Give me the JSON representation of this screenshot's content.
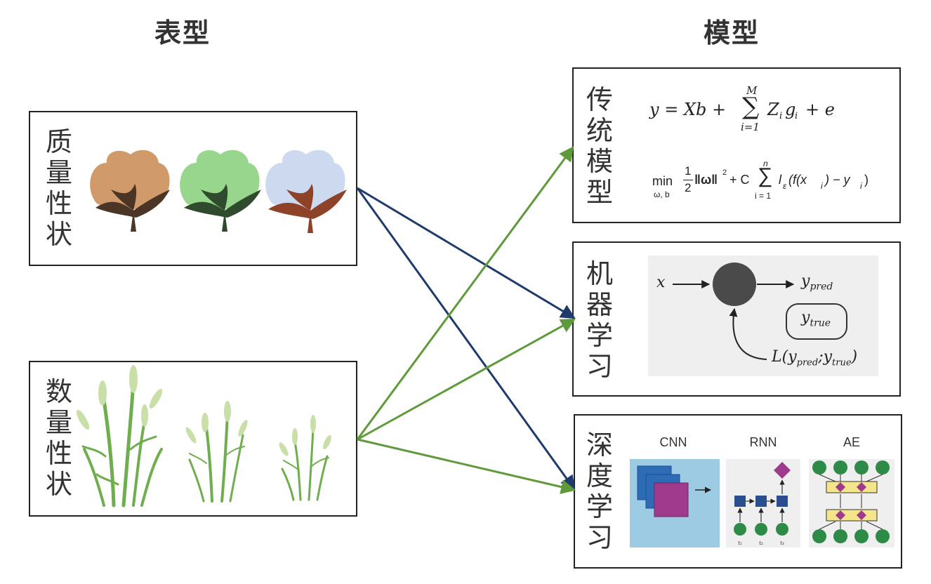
{
  "headers": {
    "phenotype": "表型",
    "model": "模型"
  },
  "left_boxes": [
    {
      "label_chars": [
        "质",
        "量",
        "性",
        "状"
      ]
    },
    {
      "label_chars": [
        "数",
        "量",
        "性",
        "状"
      ]
    }
  ],
  "right_boxes": [
    {
      "label_chars": [
        "传",
        "统",
        "模",
        "型"
      ]
    },
    {
      "label_chars": [
        "机",
        "器",
        "学",
        "习"
      ]
    },
    {
      "label_chars": [
        "深",
        "度",
        "学",
        "习"
      ]
    }
  ],
  "traditional": {
    "eq1": {
      "lhs": "y = Xb +",
      "sum_top": "M",
      "sum_bottom": "i=1",
      "rhs": "Z",
      "rhs_sub": "i",
      "rhs_g": "g",
      "rhs_g_sub": "i",
      "tail": "+ e"
    },
    "eq2": {
      "min": "min",
      "min_sub": "ω, b",
      "frac_num": "1",
      "frac_den": "2",
      "norm": "‖ω‖",
      "sq": "2",
      "plus": "+ C",
      "sum_top": "n",
      "sum_bottom": "i = 1",
      "loss": "l",
      "loss_sub": "ε",
      "body": "(f(x",
      "body_sub": "i",
      "body_tail": ") − y",
      "y_sub": "i",
      "close": ")"
    }
  },
  "ml": {
    "x": "x",
    "y_pred": "y",
    "y_pred_sub": "pred",
    "y_true": "y",
    "y_true_sub": "true",
    "loss": "L(y",
    "loss_sub1": "pred",
    "loss_sep": ";y",
    "loss_sub2": "true",
    "loss_close": ")"
  },
  "dl": {
    "cnn": "CNN",
    "rnn": "RNN",
    "ae": "AE",
    "rnn_steps": [
      "t₁",
      "t₂",
      "t₃"
    ]
  },
  "colors": {
    "blue_arrow": "#1f3b6e",
    "green_arrow": "#5f9a3a",
    "cotton_brown": "#d09a6a",
    "cotton_green": "#97d68c",
    "cotton_blue": "#cdd9ef",
    "cnn_bg": "#9ccbe3",
    "ae_node": "#2e8b47",
    "ae_diamond": "#a03a8c",
    "ae_bar": "#f5e58a"
  },
  "icons": [
    "cotton-boll-icon",
    "wheat-plant-icon",
    "neuron-icon"
  ]
}
